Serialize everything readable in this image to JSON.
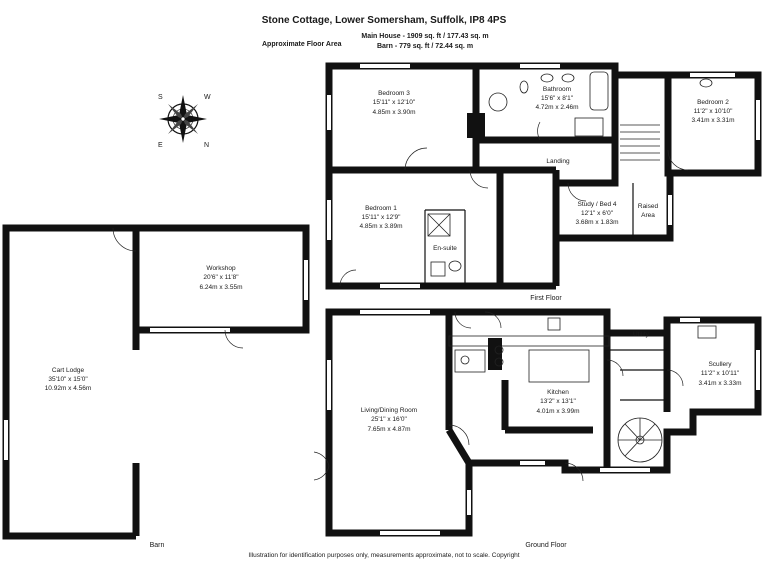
{
  "header": {
    "title": "Stone Cottage, Lower Somersham, Suffolk, IP8 4PS",
    "approx_label": "Approximate Floor Area",
    "main_house": "Main House - 1909 sq. ft / 177.43 sq. m",
    "barn": "Barn - 779 sq. ft / 72.44 sq. m"
  },
  "compass": {
    "icon": "compass-rose-icon",
    "s": "S",
    "w": "W",
    "e": "E",
    "n": "N"
  },
  "first_floor": {
    "label": "First Floor",
    "rooms": [
      {
        "name": "Bedroom 3",
        "imperial": "15'11\" x 12'10\"",
        "metric": "4.85m x 3.90m"
      },
      {
        "name": "Bathroom",
        "imperial": "15'6\" x 8'1\"",
        "metric": "4.72m x 2.46m"
      },
      {
        "name": "Bedroom 2",
        "imperial": "11'2\" x 10'10\"",
        "metric": "3.41m x 3.31m"
      },
      {
        "name": "Landing"
      },
      {
        "name": "Bedroom 1",
        "imperial": "15'11\" x 12'9\"",
        "metric": "4.85m x 3.89m"
      },
      {
        "name": "En-suite"
      },
      {
        "name": "Study / Bed 4",
        "imperial": "12'1\" x 6'0\"",
        "metric": "3.68m x 1.83m"
      },
      {
        "name": "Raised",
        "name2": "Area"
      }
    ]
  },
  "barn": {
    "label": "Barn",
    "rooms": [
      {
        "name": "Workshop",
        "imperial": "20'6\" x 11'8\"",
        "metric": "6.24m x 3.55m"
      },
      {
        "name": "Cart Lodge",
        "imperial": "35'10\" x 15'0\"",
        "metric": "10.92m x 4.56m"
      }
    ]
  },
  "ground_floor": {
    "label": "Ground Floor",
    "rooms": [
      {
        "name": "Living/Dining Room",
        "imperial": "25'1\" x 16'0\"",
        "metric": "7.65m x 4.87m"
      },
      {
        "name": "Kitchen",
        "imperial": "13'2\" x 13'1\"",
        "metric": "4.01m x 3.99m"
      },
      {
        "name": "Utility"
      },
      {
        "name": "Scullery",
        "imperial": "11'2\" x 10'11\"",
        "metric": "3.41m x 3.33m"
      }
    ]
  },
  "footer": {
    "disclaimer": "Illustration for identification purposes only, measurements approximate, not to scale. Copyright"
  }
}
